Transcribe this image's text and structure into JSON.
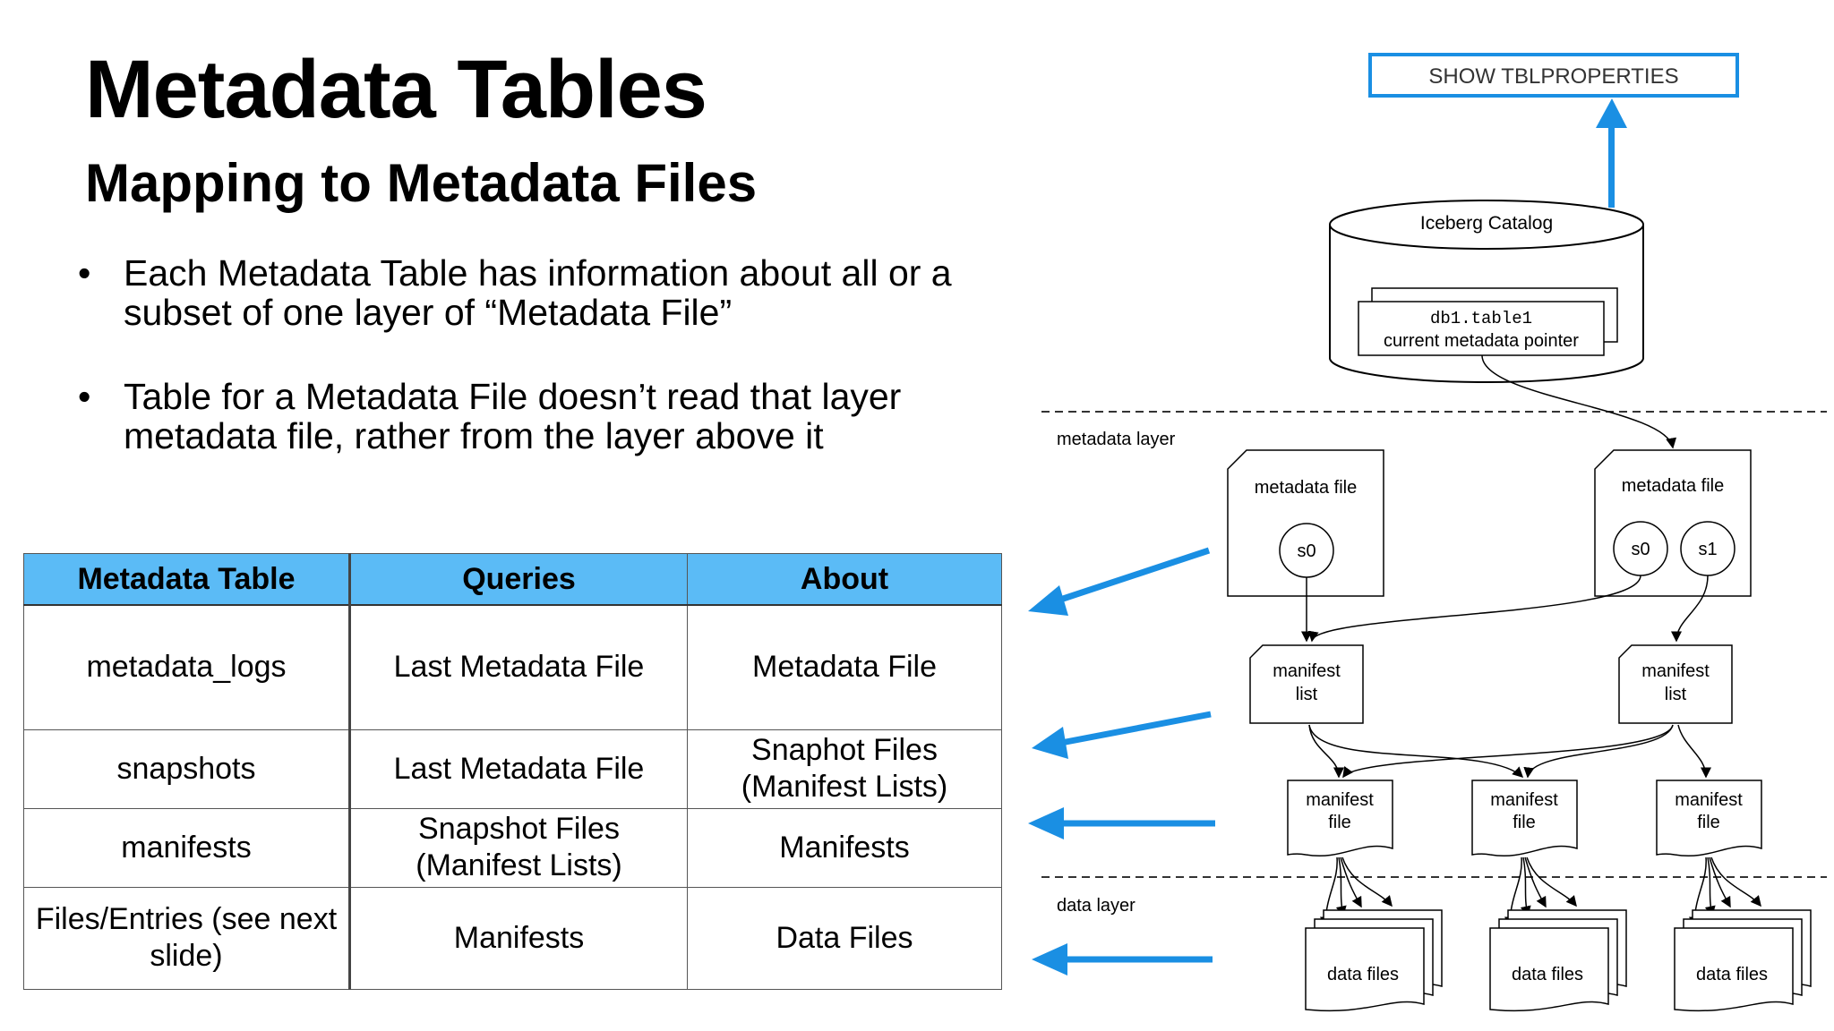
{
  "slide": {
    "title": "Metadata Tables",
    "subtitle": "Mapping to Metadata Files",
    "bullets": [
      {
        "line1": "Each Metadata Table has information about all or a",
        "line2": "subset of one layer of “Metadata File”"
      },
      {
        "line1": "Table for a Metadata File doesn’t read that layer",
        "line2": "metadata file, rather from the layer above it"
      }
    ]
  },
  "table": {
    "headers": [
      "Metadata Table",
      "Queries",
      "About"
    ],
    "rows": [
      {
        "table": "metadata_logs",
        "queries": "Last Metadata File",
        "about": "Metadata File"
      },
      {
        "table": "snapshots",
        "queries": "Last Metadata File",
        "about_line1": "Snaphot Files",
        "about_line2": "(Manifest Lists)"
      },
      {
        "table": "manifests",
        "queries_line1": "Snapshot Files",
        "queries_line2": "(Manifest Lists)",
        "about": "Manifests"
      },
      {
        "table_line1": "Files/Entries (see next",
        "table_line2": "slide)",
        "queries": "Manifests",
        "about": "Data Files"
      }
    ],
    "header_color": "#5bbbf6"
  },
  "diagram": {
    "show_button": "SHOW TBLPROPERTIES",
    "catalog": {
      "label": "Iceberg Catalog",
      "pointer_name": "db1.table1",
      "pointer_label": "current metadata pointer"
    },
    "metadata_layer_label": "metadata layer",
    "data_layer_label": "data layer",
    "metadata_file_label": "metadata file",
    "snapshots": [
      "s0",
      "s0",
      "s1"
    ],
    "manifest_list_line1": "manifest",
    "manifest_list_line2": "list",
    "manifest_file_line1": "manifest",
    "manifest_file_line2": "file",
    "data_files_label": "data files",
    "accent_color": "#1a8fe3",
    "arrow_color": "#1a8fe3"
  }
}
